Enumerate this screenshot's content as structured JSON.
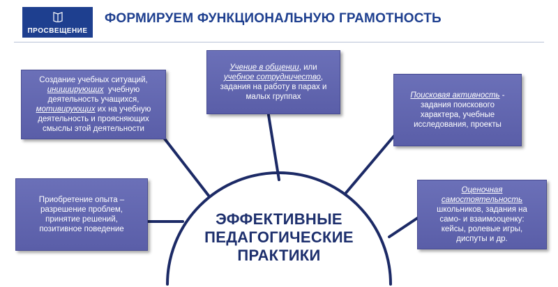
{
  "header": {
    "logo_text": "ПРОСВЕЩЕНИЕ",
    "title": "ФОРМИРУЕМ ФУНКЦИОНАЛЬНУЮ ГРАМОТНОСТЬ"
  },
  "center": {
    "line1": "ЭФФЕКТИВНЫЕ",
    "line2": "ПЕДАГОГИЧЕСКИЕ",
    "line3": "ПРАКТИКИ"
  },
  "boxes": {
    "situations": {
      "l1": "Создание учебных ситуаций,",
      "l2_em": "инициирующих",
      "l2": "  учебную",
      "l3": "деятельность  учащихся,",
      "l4_em": "мотивирующих",
      "l4": " их на учебную",
      "l5": "деятельность и  проясняющих",
      "l6": "смыслы этой деятельности"
    },
    "collaboration": {
      "l1_em": "Учение в общении",
      "l1": ", или",
      "l2_em": "учебное сотрудничество",
      "l2": ",",
      "l3": "задания на работу в парах и",
      "l4": "малых группах"
    },
    "search": {
      "l1_em": "Поисковая активность",
      "l1": " -",
      "l2": "задания поискового",
      "l3": "характера, учебные",
      "l4": "исследования, проекты"
    },
    "experience": {
      "l1": "Приобретение опыта –",
      "l2": "разрешение проблем,",
      "l3": "принятие решений,",
      "l4": "позитивное поведение"
    },
    "independence": {
      "l1_em": "Оценочная",
      "l2_em": "самостоятельность",
      "l3": "школьников, задания на",
      "l4": "само- и взаимооценку:",
      "l5": "кейсы, ролевые игры,",
      "l6": "диспуты и др."
    }
  },
  "colors": {
    "brand": "#1e3f8f",
    "box": "#5f63ad",
    "connector": "#1c2a66",
    "center_text": "#1d2f6d"
  }
}
